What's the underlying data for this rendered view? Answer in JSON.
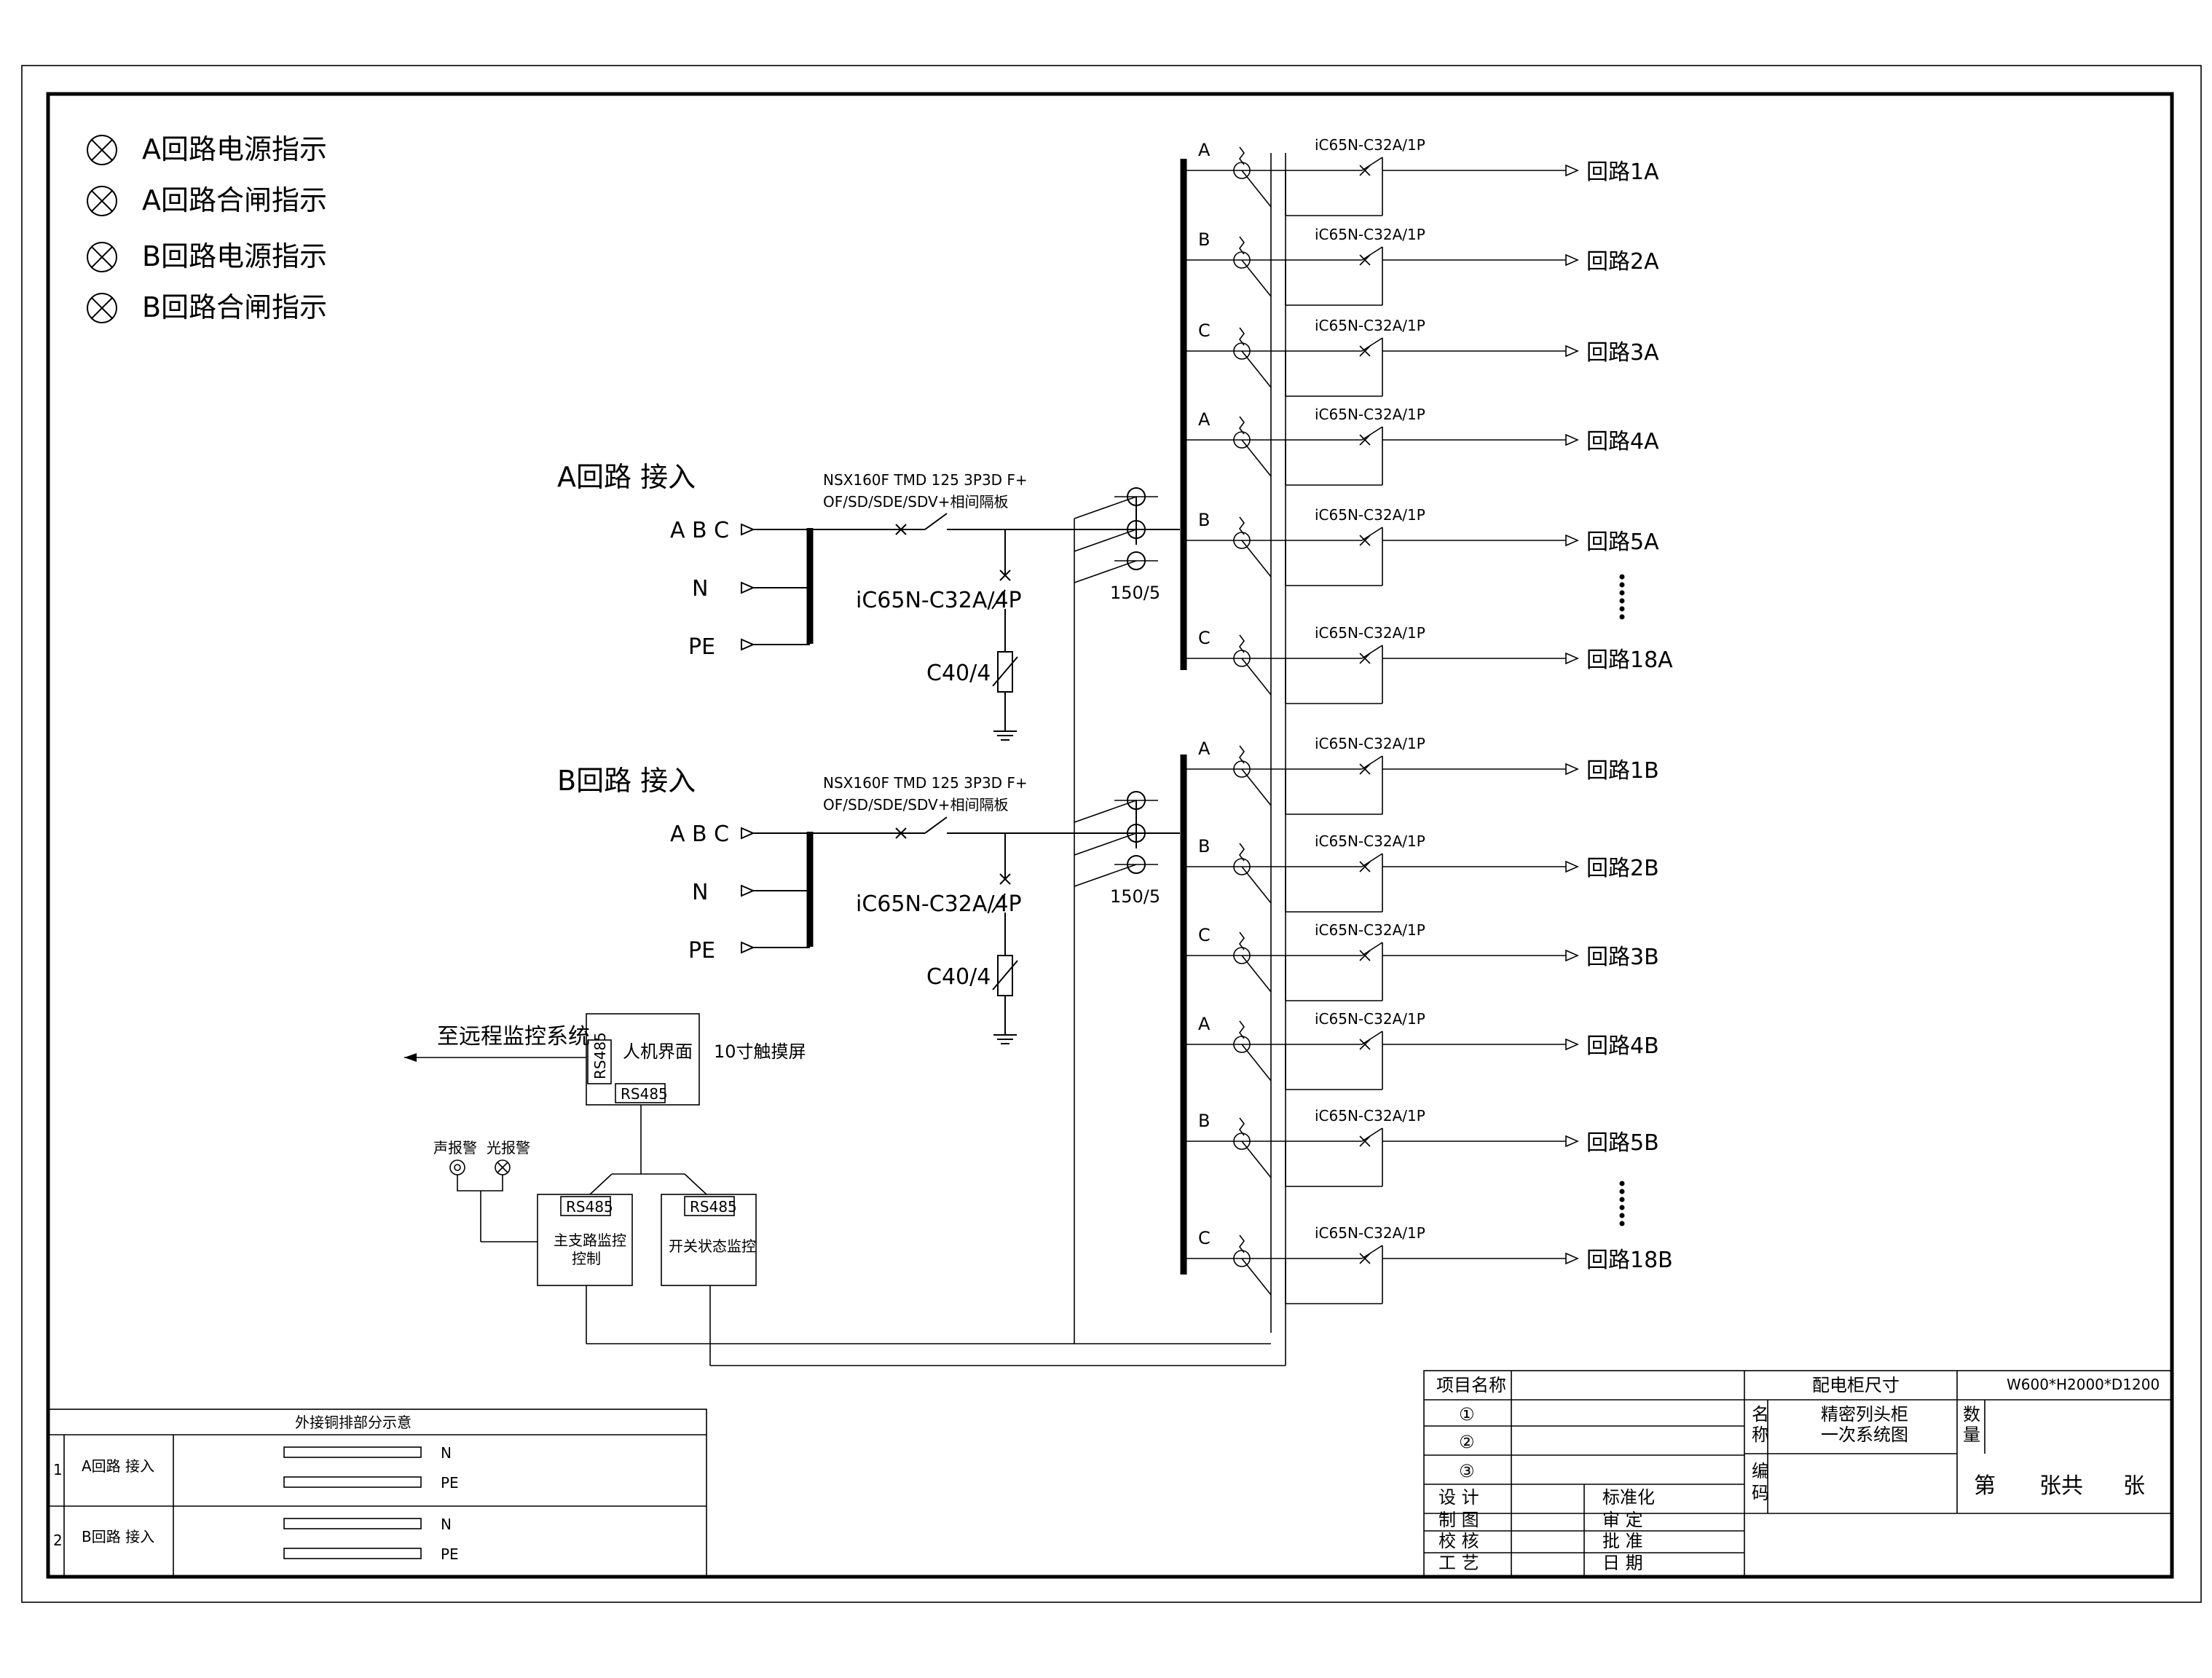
{
  "legend": [
    {
      "label": "A回路电源指示"
    },
    {
      "label": "A回路合闸指示"
    },
    {
      "label": "B回路电源指示"
    },
    {
      "label": "B回路合闸指示"
    }
  ],
  "incomers": [
    {
      "title": "A回路 接入",
      "phases_label": "A B C",
      "n_label": "N",
      "pe_label": "PE",
      "breaker_line1": "NSX160F TMD 125 3P3D F+",
      "breaker_line2": "OF/SD/SDE/SDV+相间隔板",
      "spd_breaker": "iC65N-C32A/4P",
      "spd": "C40/4",
      "ct": "150/5"
    },
    {
      "title": "B回路 接入",
      "phases_label": "A B C",
      "n_label": "N",
      "pe_label": "PE",
      "breaker_line1": "NSX160F TMD 125 3P3D F+",
      "breaker_line2": "OF/SD/SDE/SDV+相间隔板",
      "spd_breaker": "iC65N-C32A/4P",
      "spd": "C40/4",
      "ct": "150/5"
    }
  ],
  "feeders_a": [
    {
      "phase": "A",
      "breaker": "iC65N-C32A/1P",
      "name": "回路1A"
    },
    {
      "phase": "B",
      "breaker": "iC65N-C32A/1P",
      "name": "回路2A"
    },
    {
      "phase": "C",
      "breaker": "iC65N-C32A/1P",
      "name": "回路3A"
    },
    {
      "phase": "A",
      "breaker": "iC65N-C32A/1P",
      "name": "回路4A"
    },
    {
      "phase": "B",
      "breaker": "iC65N-C32A/1P",
      "name": "回路5A"
    },
    {
      "phase": "C",
      "breaker": "iC65N-C32A/1P",
      "name": "回路18A"
    }
  ],
  "feeders_b": [
    {
      "phase": "A",
      "breaker": "iC65N-C32A/1P",
      "name": "回路1B"
    },
    {
      "phase": "B",
      "breaker": "iC65N-C32A/1P",
      "name": "回路2B"
    },
    {
      "phase": "C",
      "breaker": "iC65N-C32A/1P",
      "name": "回路3B"
    },
    {
      "phase": "A",
      "breaker": "iC65N-C32A/1P",
      "name": "回路4B"
    },
    {
      "phase": "B",
      "breaker": "iC65N-C32A/1P",
      "name": "回路5B"
    },
    {
      "phase": "C",
      "breaker": "iC65N-C32A/1P",
      "name": "回路18B"
    }
  ],
  "monitoring": {
    "remote_label": "至远程监控系统",
    "hmi_label": "人机界面",
    "hmi_port_side": "RS485",
    "hmi_port_bottom": "RS485",
    "screen_label": "10寸触摸屏",
    "sound_alarm": "声报警",
    "light_alarm": "光报警",
    "module1_port": "RS485",
    "module1_line1": "主支路监控",
    "module1_line2": "控制",
    "module2_port": "RS485",
    "module2_label": "开关状态监控"
  },
  "busbar_table": {
    "title": "外接铜排部分示意",
    "rows": [
      {
        "no": "1",
        "label": "A回路 接入",
        "bar1": "N",
        "bar2": "PE"
      },
      {
        "no": "2",
        "label": "B回路 接入",
        "bar1": "N",
        "bar2": "PE"
      }
    ]
  },
  "title_block": {
    "project_name": "项目名称",
    "size_label": "配电柜尺寸",
    "size_value": "W600*H2000*D1200",
    "rev1": "①",
    "rev2": "②",
    "rev3": "③",
    "name_label_1": "名",
    "name_label_2": "称",
    "name_value_1": "精密列头柜",
    "name_value_2": "一次系统图",
    "qty_label_1": "数",
    "qty_label_2": "量",
    "code_label_1": "编",
    "code_label_2": "码",
    "design": "设  计",
    "standard": "标准化",
    "draw": "制  图",
    "review": "审  定",
    "check": "校  核",
    "approve": "批  准",
    "craft": "工  艺",
    "date": "日  期",
    "sheet_1": "第",
    "sheet_2": "张共",
    "sheet_3": "张"
  }
}
